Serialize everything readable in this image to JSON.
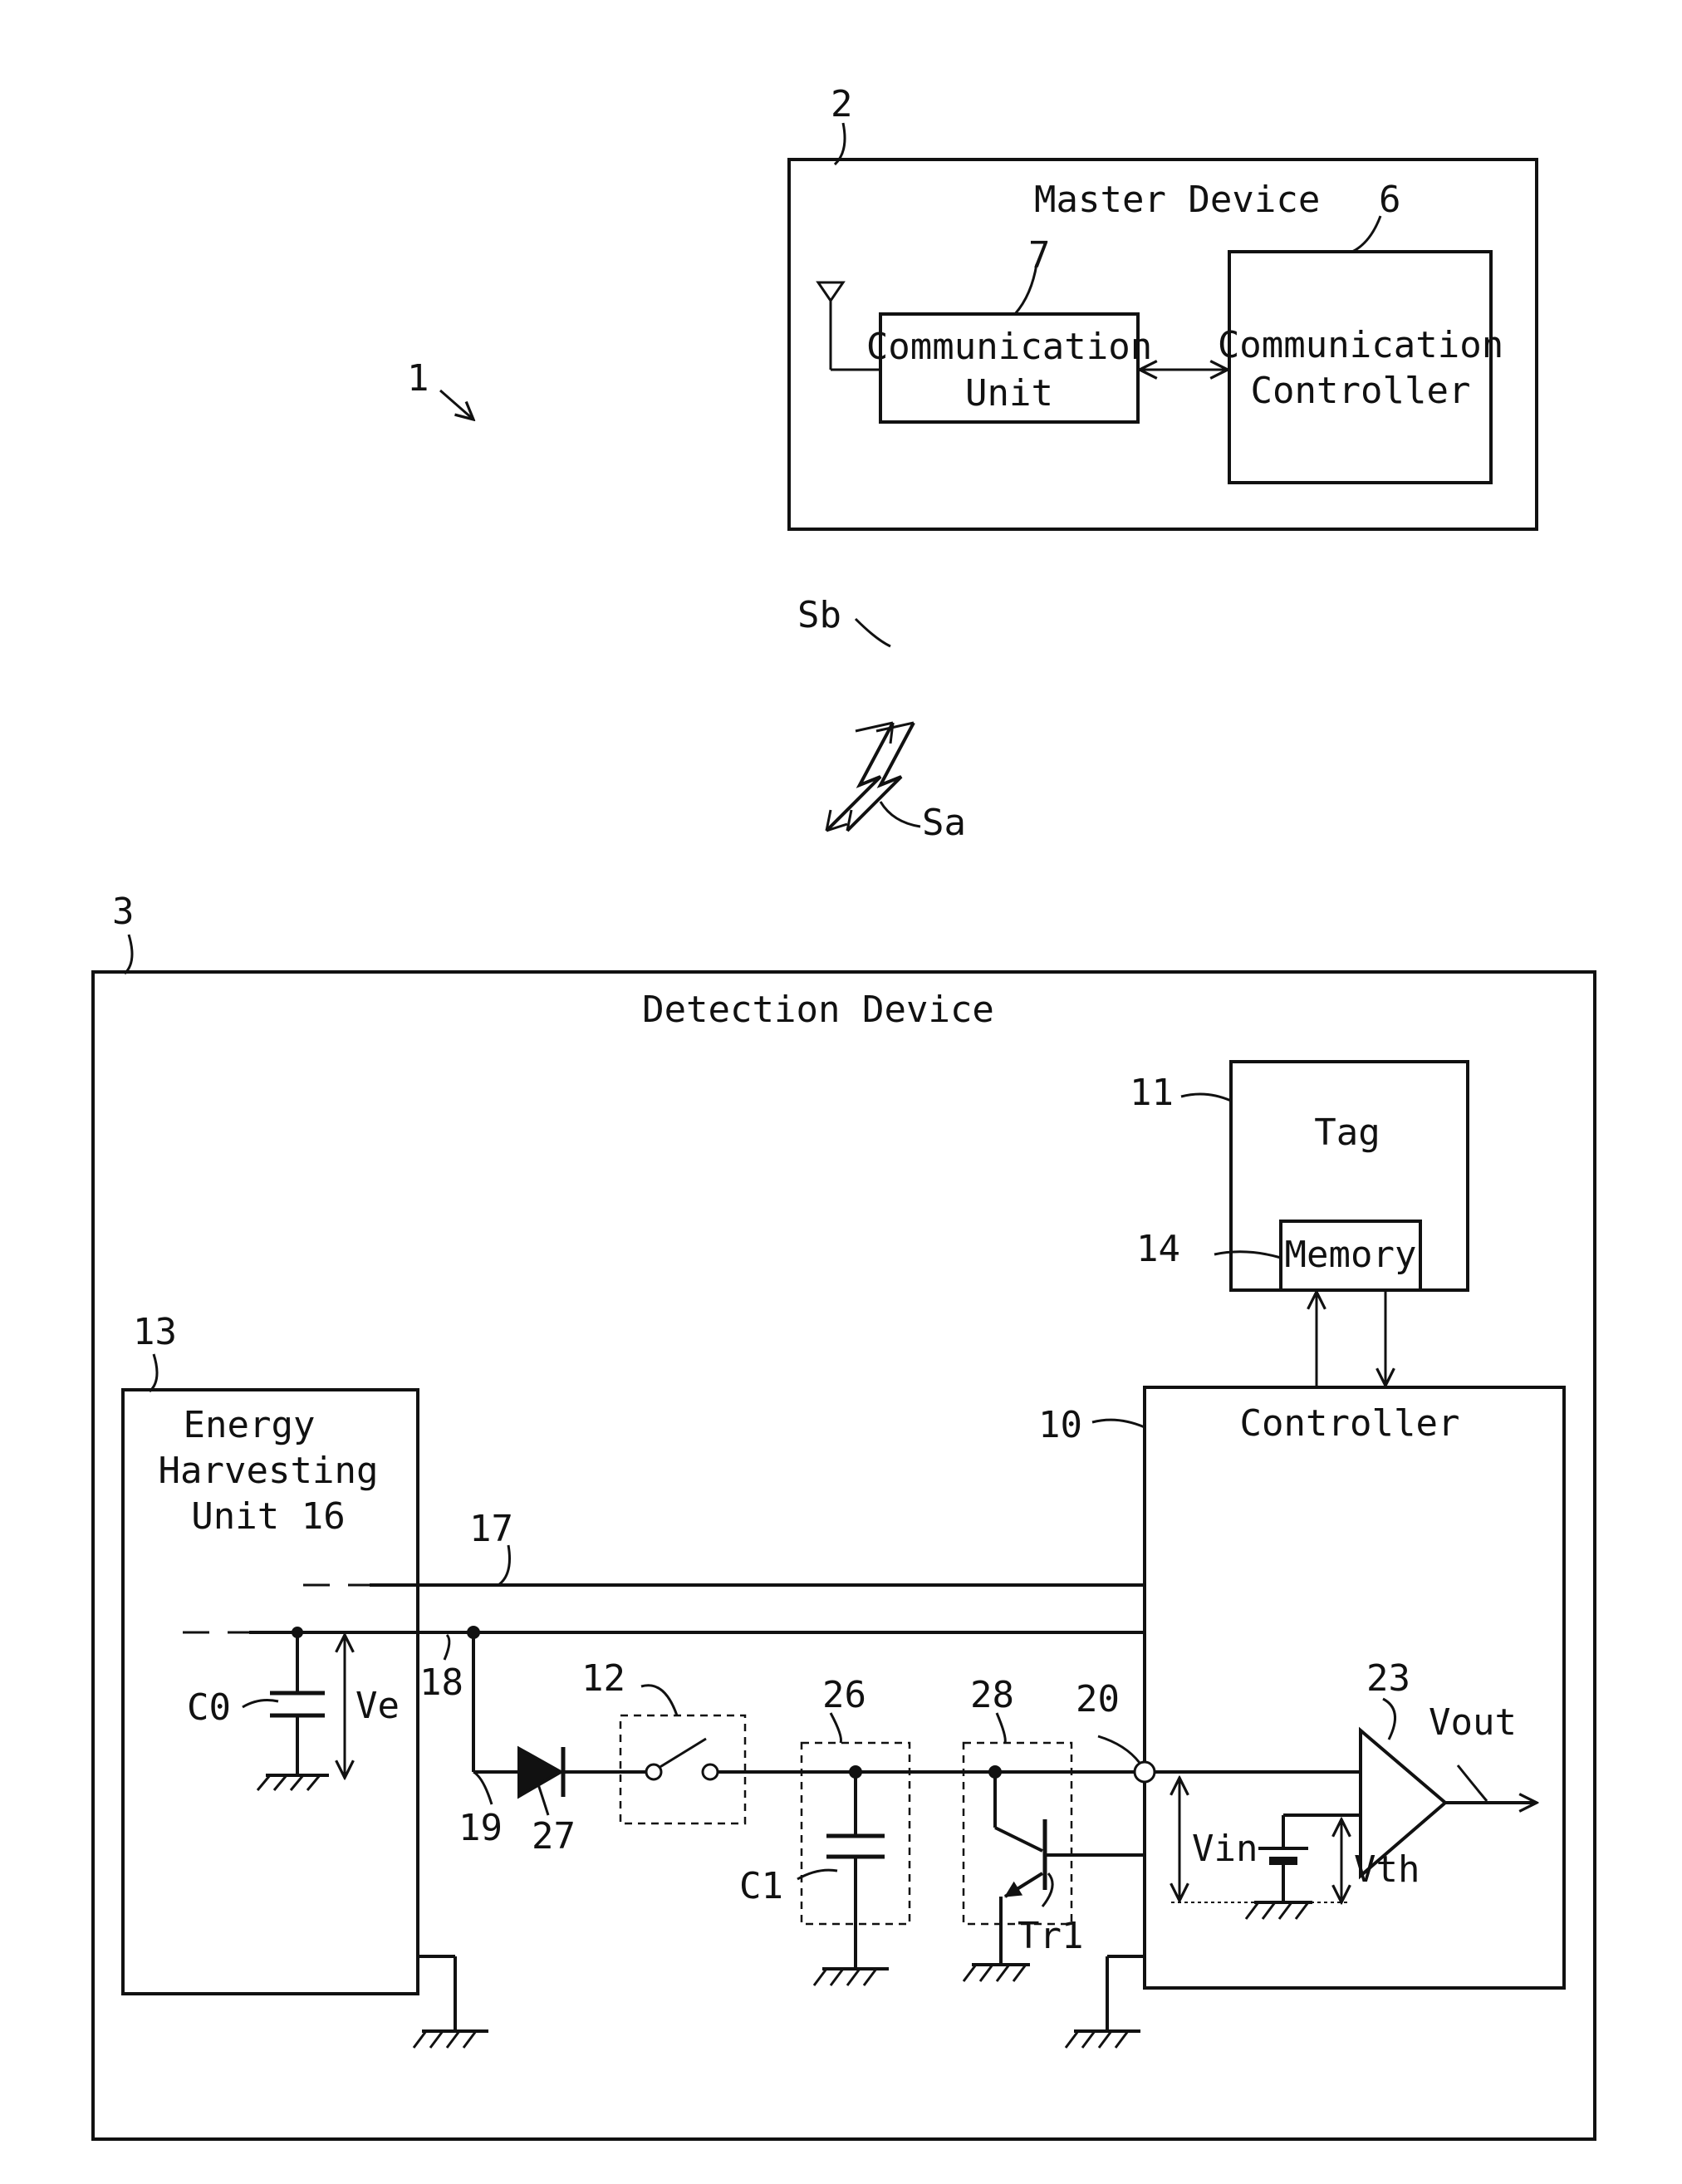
{
  "figure": {
    "system_ref": "1",
    "master_device": {
      "ref": "2",
      "title": "Master Device",
      "communication_unit": {
        "ref": "7",
        "line1": "Communication",
        "line2": "Unit"
      },
      "communication_controller": {
        "ref": "6",
        "line1": "Communication",
        "line2": "Controller"
      }
    },
    "signals": {
      "upstream": "Sb",
      "downstream": "Sa"
    },
    "detection_device": {
      "ref": "3",
      "title": "Detection Device",
      "tag": {
        "ref": "11",
        "label": "Tag"
      },
      "memory": {
        "ref": "14",
        "label": "Memory"
      },
      "controller": {
        "ref": "10",
        "label": "Controller"
      },
      "energy_harvesting_unit": {
        "ref": "13",
        "line1": "Energy",
        "line2": "Harvesting",
        "line3": "Unit 16"
      },
      "lines": {
        "line17": "17",
        "line18": "18",
        "line19": "19"
      },
      "capacitor_c0": "C0",
      "voltage_ve": "Ve",
      "switch_ref": "12",
      "diode_ref": "27",
      "capacitor_block_ref": "26",
      "capacitor_c1": "C1",
      "transistor_block_ref": "28",
      "transistor": "Tr1",
      "input_node_ref": "20",
      "comparator_ref": "23",
      "voltage_vin": "Vin",
      "voltage_vth": "Vth",
      "output_vout": "Vout"
    }
  }
}
